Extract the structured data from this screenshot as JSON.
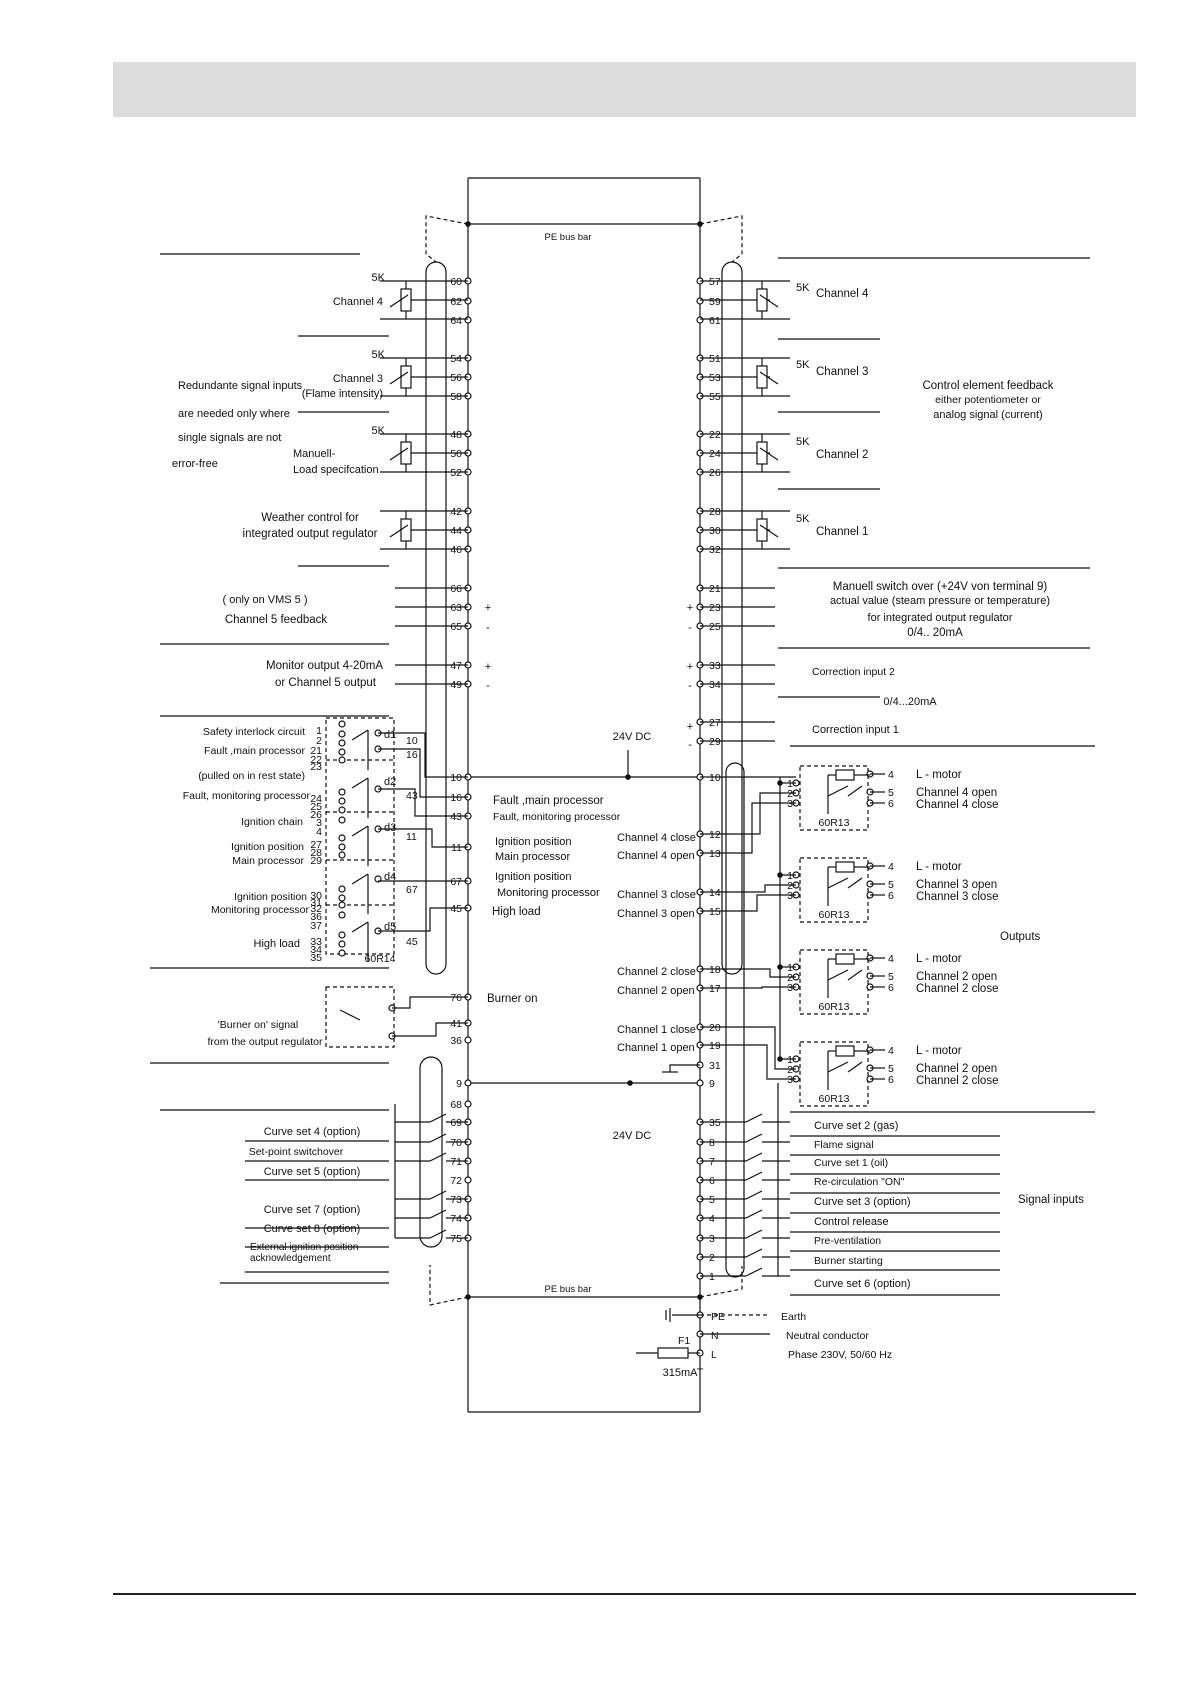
{
  "colors": {
    "ink": "#111111",
    "header_band": "#dcdcdc",
    "background": "#ffffff"
  },
  "bus": {
    "top": "PE  bus bar",
    "bottom": "PE bus bar",
    "dc_mid": "24V DC",
    "dc_low": "24V DC"
  },
  "res": {
    "r1": "5K",
    "r2": "5K",
    "r3": "5K",
    "r4": "5K",
    "r5": "5K",
    "r6": "5K",
    "r7": "5K"
  },
  "left": {
    "channel4": "Channel 4",
    "channel3": "Channel 3",
    "flame": "(Flame intensity)",
    "red1": "Redundante signal inputs",
    "red2": "are needed only where",
    "red3": "single signals are not",
    "red4": "error-free",
    "manuell1": "Manuell-",
    "manuell2": "Load specifcation",
    "weather1": "Weather control for",
    "weather2": "integrated output regulator",
    "vms": "( only on VMS 5 )",
    "ch5fb": "Channel 5 feedback",
    "mon1": "Monitor output 4-20mA",
    "mon2": "or Channel 5 output",
    "relay": {
      "safety": "Safety interlock circuit",
      "fault_main": "Fault ,main processor",
      "pulled": "(pulled on in rest state)",
      "fault_mon": "Fault, monitoring processor",
      "ign_chain": "Ignition chain",
      "ign_pos1": "Ignition position",
      "main_proc": "Main processor",
      "ign_pos2": "Ignition position",
      "mon_proc": "Monitoring processor",
      "high_load": "High load",
      "module": "60R14",
      "d1": "d1",
      "d2": "d2",
      "d3": "d3",
      "d4": "d4",
      "d5": "d5"
    },
    "burner1": "'Burner on' signal",
    "burner2": "from the output regulator",
    "sig": {
      "cs4": "Curve set 4 (option)",
      "setpoint": "Set-point switchover",
      "cs5": "Curve set 5 (option)",
      "cs7": "Curve set 7 (option)",
      "cs8": "Curve set 8 (option)",
      "ext1": "External ignition position",
      "ext2": "acknowledgement"
    }
  },
  "mid": {
    "fault_main": "Fault ,main processor",
    "fault_mon": "Fault, monitoring processor",
    "ign1": "Ignition position",
    "main_proc": "Main processor",
    "ign2": "Ignition position",
    "mon_proc": "Monitoring processor",
    "high_load": "High load",
    "burner_on": "Burner on",
    "ch4c": "Channel 4 close",
    "ch4o": "Channel 4 open",
    "ch3c": "Channel 3 close",
    "ch3o": "Channel 3 open",
    "ch2c": "Channel 2 close",
    "ch2o": "Channel 2 open",
    "ch1c": "Channel 1 close",
    "ch1o": "Channel 1 open"
  },
  "right": {
    "ch4": "Channel 4",
    "ch3": "Channel 3",
    "ch2": "Channel 2",
    "ch1": "Channel 1",
    "cef1": "Control element feedback",
    "cef2": "either potentiometer or",
    "cef3": "analog signal (current)",
    "man1": "Manuell switch over (+24V von terminal 9)",
    "man2": "actual value (steam pressure or temperature)",
    "man3": "for integrated output regulator",
    "man4": "0/4.. 20mA",
    "corr2": "Correction input 2",
    "range": "0/4...20mA",
    "corr1": "Correction input 1",
    "outputs": "Outputs",
    "signal_inputs": "Signal inputs",
    "sig": {
      "cs2": "Curve set 2 (gas)",
      "flame": "Flame signal",
      "cs1": "Curve set 1  (oil)",
      "recirc": "Re-circulation \"ON\"",
      "cs3": "Curve set 3 (option)",
      "ctrl": "Control release",
      "prevent": "Pre-ventilation",
      "burner": "Burner starting",
      "cs6": "Curve set 6 (option)"
    },
    "supply": {
      "earth": "Earth",
      "neutral": "Neutral conductor",
      "phase": "Phase 230V, 50/60 Hz",
      "pe": "PE",
      "n": "N",
      "l": "L",
      "fuse": "F1",
      "fuse_val": "315mAT"
    }
  },
  "motors": [
    {
      "lmotor": "L - motor",
      "open": "Channel 4 open",
      "close": "Channel 4 close",
      "module": "60R13"
    },
    {
      "lmotor": "L - motor",
      "open": "Channel 3 open",
      "close": "Channel 3 close",
      "module": "60R13"
    },
    {
      "lmotor": "L - motor",
      "open": "Channel 2 open",
      "close": "Channel 2 close",
      "module": "60R13"
    },
    {
      "lmotor": "L - motor",
      "open": "Channel 2 open",
      "close": "Channel 2 close",
      "module": "60R13"
    }
  ]
}
